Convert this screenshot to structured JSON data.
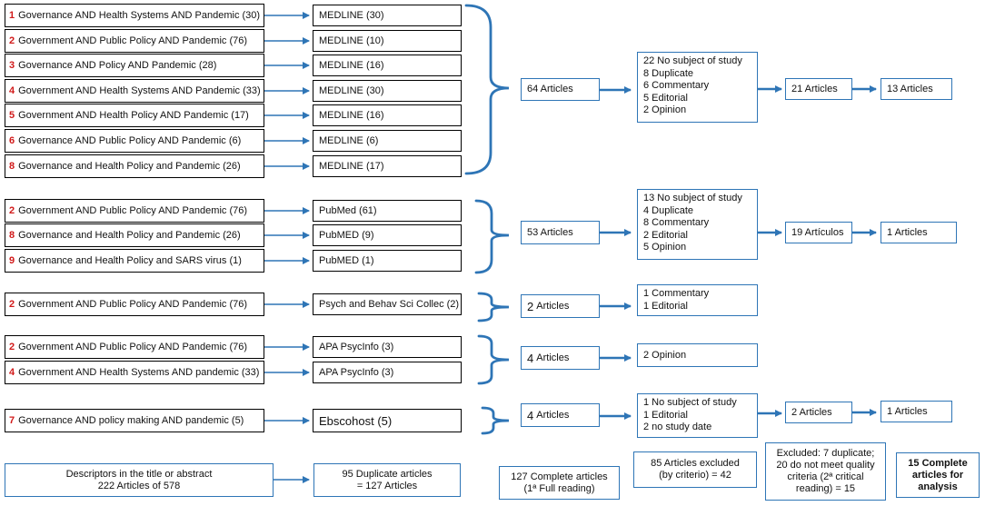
{
  "medline_group": {
    "queries": [
      {
        "num": "1",
        "text": "Governance AND Health Systems AND Pandemic (30)",
        "db": "MEDLINE (30)"
      },
      {
        "num": "2",
        "text": "Government AND Public Policy AND Pandemic (76)",
        "db": "MEDLINE (10)"
      },
      {
        "num": "3",
        "text": "Governance AND Policy AND Pandemic (28)",
        "db": "MEDLINE (16)"
      },
      {
        "num": "4",
        "text": "Government AND Health Systems AND Pandemic (33)",
        "db": "MEDLINE (30)"
      },
      {
        "num": "5",
        "text": "Government AND Health Policy AND Pandemic (17)",
        "db": "MEDLINE (16)"
      },
      {
        "num": "6",
        "text": "Governance AND Public Policy AND Pandemic (6)",
        "db": "MEDLINE (6)"
      },
      {
        "num": "8",
        "text": "Governance and Health Policy and Pandemic (26)",
        "db": "MEDLINE (17)"
      }
    ],
    "total": "64 Articles",
    "exclusions": [
      "22 No subject of study",
      "8 Duplicate",
      "6 Commentary",
      "5 Editorial",
      "2 Opinion"
    ],
    "after_exclusion": "21 Articles",
    "final": "13 Articles"
  },
  "pubmed_group": {
    "queries": [
      {
        "num": "2",
        "text": "Government AND Public Policy AND Pandemic (76)",
        "db": "PubMed (61)"
      },
      {
        "num": "8",
        "text": "Governance and Health Policy and Pandemic (26)",
        "db": "PubMED (9)"
      },
      {
        "num": "9",
        "text": "Governance and Health Policy and SARS virus (1)",
        "db": "PubMED (1)"
      }
    ],
    "total": "53 Articles",
    "exclusions": [
      "13 No subject of study",
      "4 Duplicate",
      "8 Commentary",
      "2 Editorial",
      "5 Opinion"
    ],
    "after_exclusion": "19 Artículos",
    "final": "1 Articles"
  },
  "psych_group": {
    "queries": [
      {
        "num": "2",
        "text": "Government AND Public Policy AND Pandemic (76)",
        "db": "Psych and Behav Sci Collec (2)"
      }
    ],
    "total_num": "2",
    "total_label": "Articles",
    "exclusions": [
      "1 Commentary",
      "1 Editorial"
    ]
  },
  "apa_group": {
    "queries": [
      {
        "num": "2",
        "text": "Government AND Public Policy AND Pandemic (76)",
        "db": "APA PsycInfo (3)"
      },
      {
        "num": "4",
        "text": "Government AND Health Systems AND pandemic (33)",
        "db": "APA PsycInfo (3)"
      }
    ],
    "total_num": "4",
    "total_label": "Articles",
    "exclusions": [
      "2 Opinion"
    ]
  },
  "ebsco_group": {
    "queries": [
      {
        "num": "7",
        "text": "Governance AND policy making AND pandemic (5)",
        "db": "Ebscohost (5)"
      }
    ],
    "total_num": "4",
    "total_label": "Articles",
    "exclusions": [
      "1 No subject of study",
      "1 Editorial",
      "2 no study date"
    ],
    "after_exclusion": "2 Articles",
    "final": "1 Articles"
  },
  "summary": {
    "descriptors_line1": "Descriptors in the title or abstract",
    "descriptors_line2": "222 Articles of 578",
    "duplicates_line1": "95 Duplicate articles",
    "duplicates_line2": "= 127 Articles",
    "complete_line1": "127 Complete  articles",
    "complete_line2": "(1ª Full reading)",
    "excluded_line1": "85    Articles excluded",
    "excluded_line2": "(by criterio) = 42",
    "quality_line1": "Excluded: 7 duplicate;",
    "quality_line2": "20 do not meet  quality",
    "quality_line3": "criteria (2ª critical",
    "quality_line4": "reading) = 15",
    "final_line1": "15  Complete",
    "final_line2": "articles for",
    "final_line3": "analysis"
  },
  "colors": {
    "arrow": "#2e75b6",
    "query_number": "#d11a1a",
    "border": "#000000"
  }
}
